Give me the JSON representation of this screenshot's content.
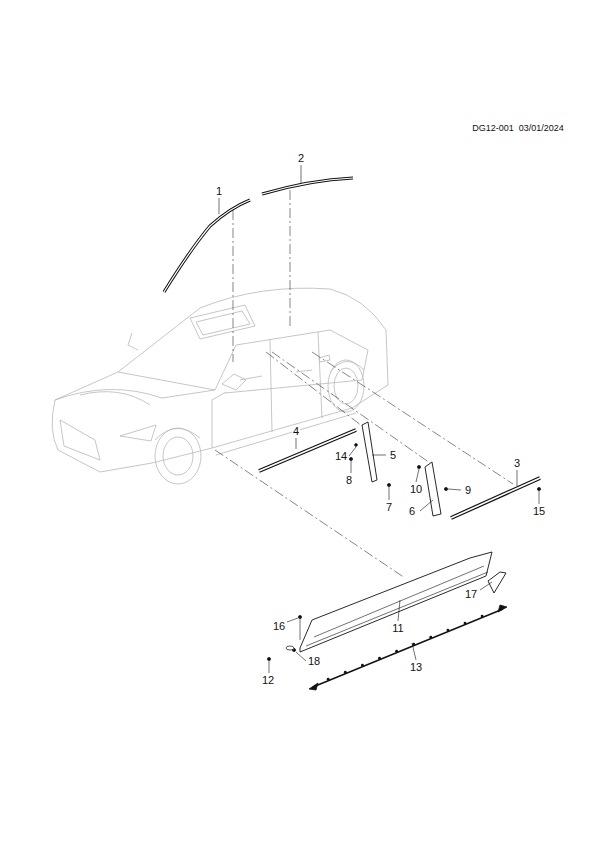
{
  "diagram": {
    "labels": [
      "DG12-001  03/01/2024",
      "1",
      "2",
      "4",
      "14",
      "5",
      "8",
      "7",
      "3",
      "10",
      "9",
      "6",
      "15",
      "16",
      "11",
      "17",
      "18",
      "12",
      "13"
    ]
  }
}
